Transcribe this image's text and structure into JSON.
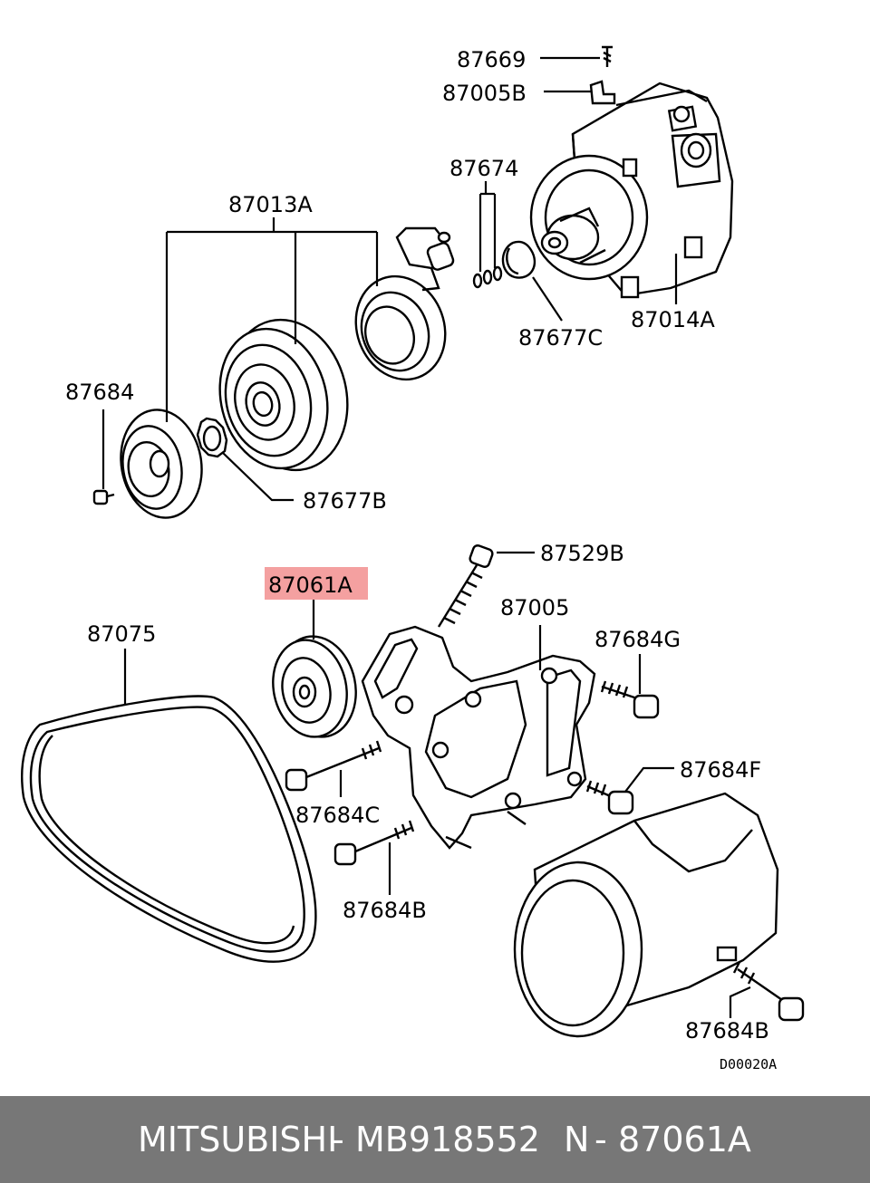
{
  "labels": {
    "p87669": "87669",
    "p87005B": "87005B",
    "p87674": "87674",
    "p87013A": "87013A",
    "p87014A": "87014A",
    "p87677C": "87677C",
    "p87684": "87684",
    "p87677B": "87677B",
    "p87529B": "87529B",
    "p87061A": "87061A",
    "p87005": "87005",
    "p87075": "87075",
    "p87684G": "87684G",
    "p87684F": "87684F",
    "p87684C": "87684C",
    "p87684B_1": "87684B",
    "p87684B_2": "87684B"
  },
  "diagram_code": "D00020A",
  "highlight": {
    "part": "87061A",
    "color": "#f4a0a0"
  },
  "footer": {
    "brand": "MITSUBISHI",
    "separator": "-",
    "part_number": "MB918552",
    "ref_prefix": "N",
    "ref_code": "87061A",
    "background": "#777777",
    "text_color": "#ffffff"
  }
}
